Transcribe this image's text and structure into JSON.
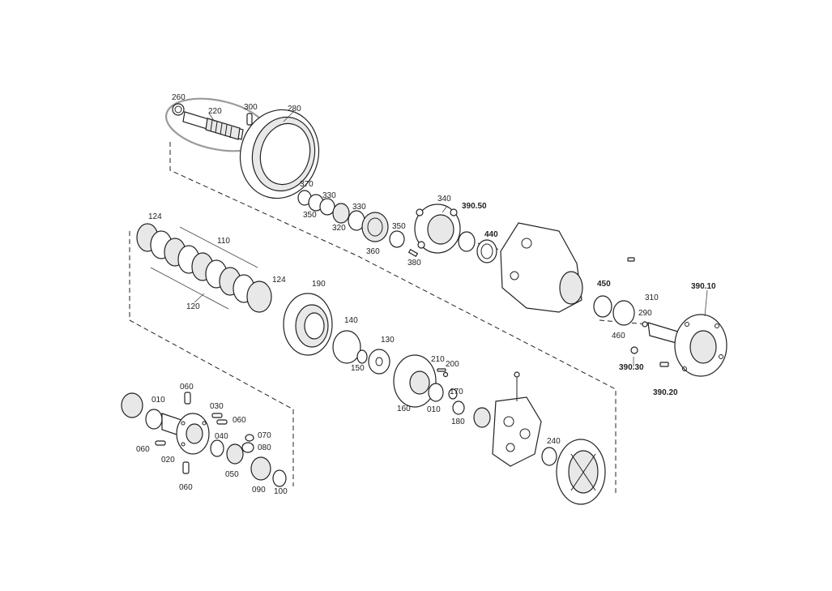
{
  "diagram": {
    "labels": {
      "l_260": "260",
      "l_220": "220",
      "l_300": "300",
      "l_280": "280",
      "l_370": "370",
      "l_330a": "330",
      "l_350a": "350",
      "l_330b": "330",
      "l_320": "320",
      "l_360": "360",
      "l_350b": "350",
      "l_380": "380",
      "l_340": "340",
      "l_390_50": "390.50",
      "l_440": "440",
      "l_124a": "124",
      "l_110": "110",
      "l_124b": "124",
      "l_120": "120",
      "l_190": "190",
      "l_140": "140",
      "l_130": "130",
      "l_150": "150",
      "l_450": "450",
      "l_310": "310",
      "l_390_10": "390.10",
      "l_290": "290",
      "l_460": "460",
      "l_390_30": "390.30",
      "l_390_20": "390.20",
      "l_210": "210",
      "l_200": "200",
      "l_170": "170",
      "l_160": "160",
      "l_010a": "010",
      "l_180": "180",
      "l_240": "240",
      "l_060a": "060",
      "l_010b": "010",
      "l_030": "030",
      "l_060b": "060",
      "l_040": "040",
      "l_070": "070",
      "l_080": "080",
      "l_060c": "060",
      "l_020": "020",
      "l_050": "050",
      "l_090": "090",
      "l_100": "100",
      "l_060d": "060"
    }
  }
}
